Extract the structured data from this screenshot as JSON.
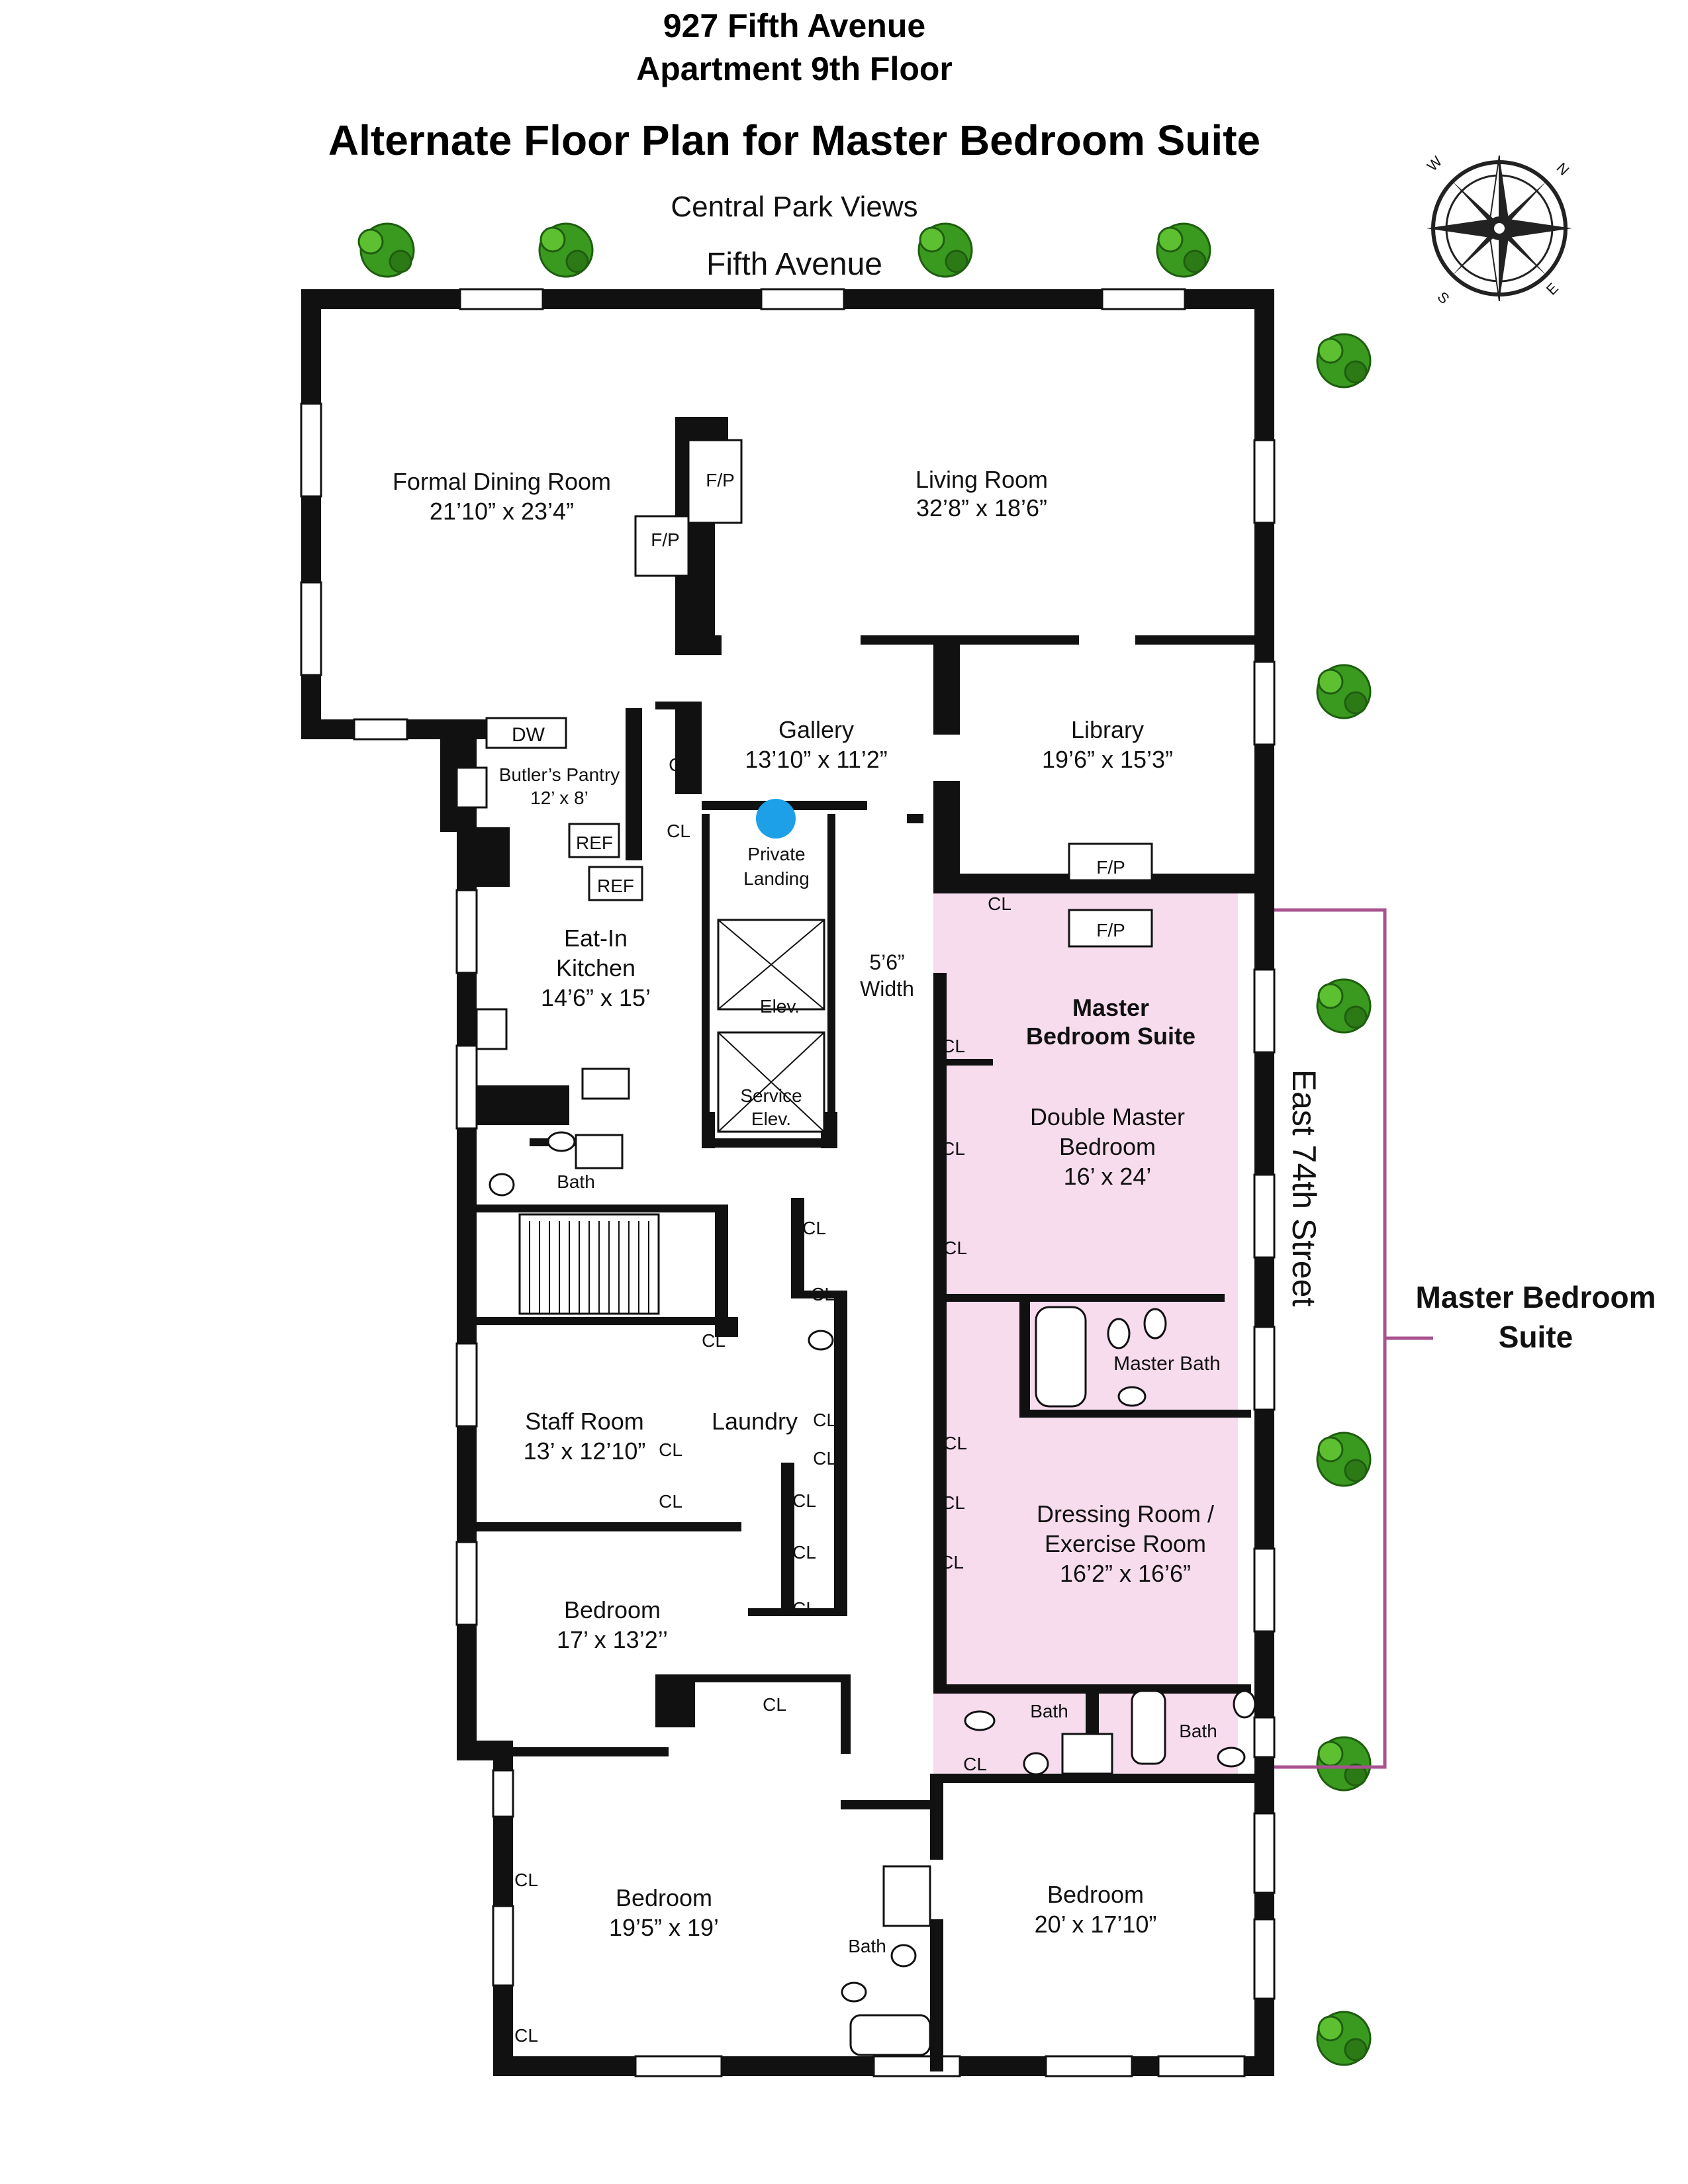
{
  "header": {
    "address_line1": "927 Fifth Avenue",
    "address_line2": "Apartment 9th Floor",
    "title": "Alternate Floor Plan for Master Bedroom Suite"
  },
  "orientation": {
    "views": "Central Park Views",
    "north_street": "Fifth Avenue",
    "east_street": "East 74th Street",
    "compass_letters": [
      "W",
      "N",
      "S",
      "E"
    ]
  },
  "callout": {
    "line1": "Master Bedroom",
    "line2": "Suite",
    "color": "#a8528f"
  },
  "colors": {
    "wall": "#111111",
    "suite_fill": "#f7dcee",
    "landing_marker": "#1ea0e8",
    "tree": "#3a9a1f"
  },
  "rooms": {
    "dining": {
      "name": "Formal Dining Room",
      "size": "21’10” x 23’4”"
    },
    "living": {
      "name": "Living Room",
      "size": "32’8” x 18’6”"
    },
    "gallery": {
      "name": "Gallery",
      "size": "13’10” x 11’2”"
    },
    "library": {
      "name": "Library",
      "size": "19’6” x 15’3”"
    },
    "pantry": {
      "name": "Butler’s Pantry",
      "size": "12’ x 8’"
    },
    "kitchen": {
      "line1": "Eat-In",
      "line2": "Kitchen",
      "size": "14’6” x 15’"
    },
    "landing": {
      "line1": "Private",
      "line2": "Landing"
    },
    "elev": {
      "name": "Elev."
    },
    "service_elev": {
      "line1": "Service",
      "line2": "Elev."
    },
    "hall_width": {
      "line1": "5’6”",
      "line2": "Width"
    },
    "suite_title": {
      "line1": "Master",
      "line2": "Bedroom Suite"
    },
    "master_bedroom": {
      "line1": "Double Master",
      "line2": "Bedroom",
      "size": "16’ x 24’"
    },
    "master_bath": {
      "name": "Master Bath"
    },
    "dressing": {
      "line1": "Dressing Room /",
      "line2": "Exercise Room",
      "size": "16’2” x 16’6”"
    },
    "staff": {
      "name": "Staff Room",
      "size": "13’ x 12’10”"
    },
    "laundry": {
      "name": "Laundry"
    },
    "bedroom_mid": {
      "name": "Bedroom",
      "size": "17’ x 13’2’’"
    },
    "bedroom_sw": {
      "name": "Bedroom",
      "size": "19’5” x 19’"
    },
    "bedroom_se": {
      "name": "Bedroom",
      "size": "20’ x 17’10”"
    }
  },
  "fixtures": {
    "fireplace": "F/P",
    "dishwasher": "DW",
    "refrigerator": "REF",
    "closet": "CL",
    "bath": "Bath"
  }
}
